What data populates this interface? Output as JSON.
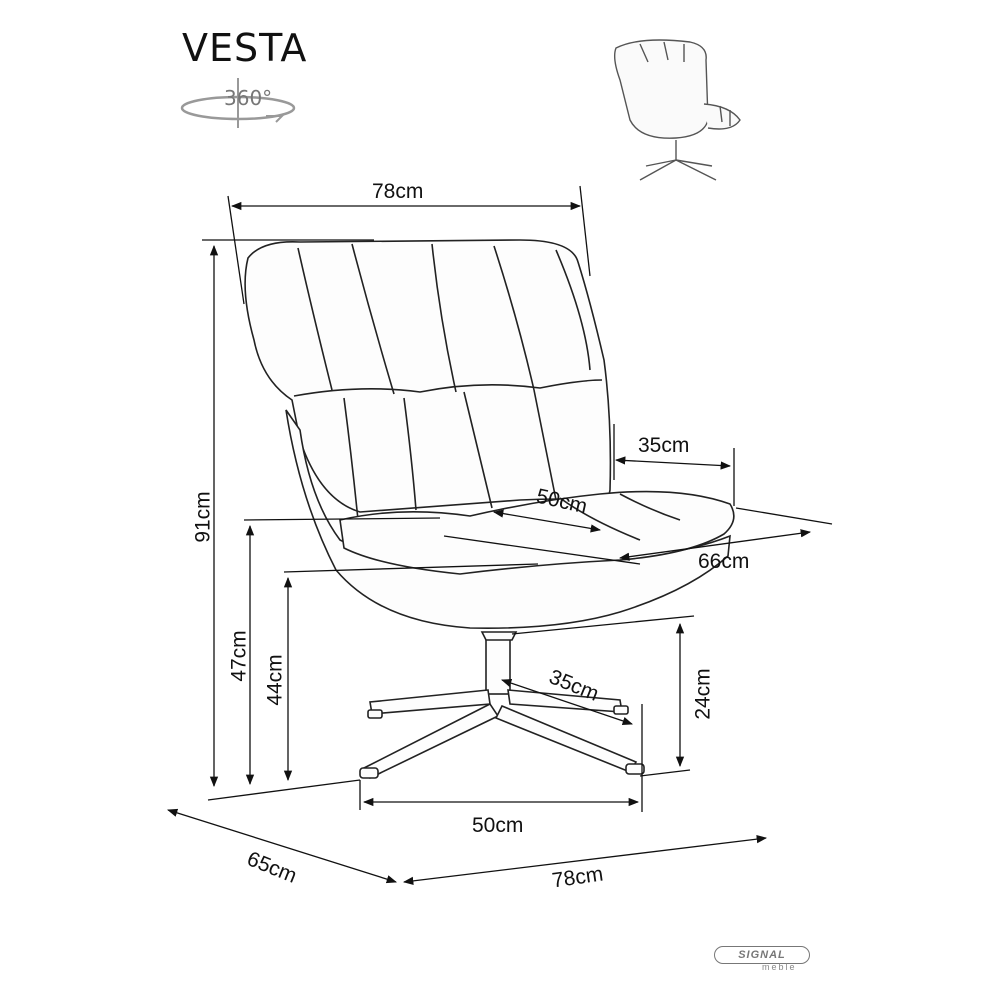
{
  "product": {
    "name": "VESTA",
    "rotation_label": "360°"
  },
  "dimensions": {
    "width_top": "78cm",
    "height_total": "91cm",
    "armrest_height": "47cm",
    "seat_height": "44cm",
    "seat_width": "50cm",
    "armrest_depth": "35cm",
    "seat_depth": "66cm",
    "leg_length": "35cm",
    "base_height": "24cm",
    "base_width": "50cm",
    "footprint_depth": "65cm",
    "footprint_width": "78cm"
  },
  "brand": {
    "name": "SIGNAL",
    "sub": "meble"
  }
}
